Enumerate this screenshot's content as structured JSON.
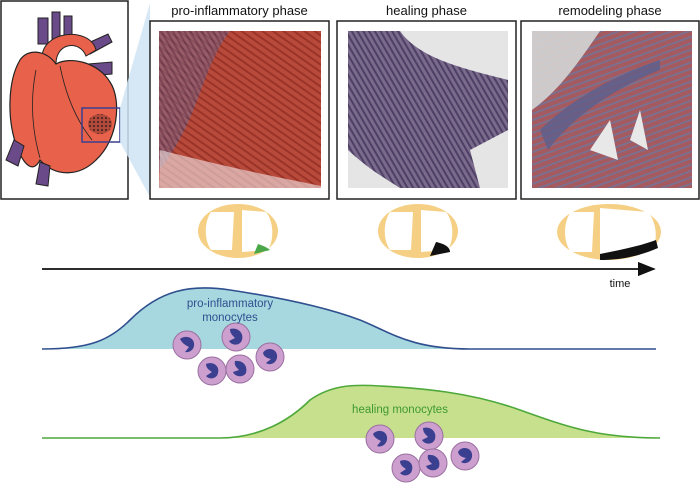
{
  "phases": [
    {
      "title": "pro-inflammatory phase"
    },
    {
      "title": "healing phase"
    },
    {
      "title": "remodeling phase"
    }
  ],
  "timeline": {
    "label": "time"
  },
  "curves": {
    "proinflammatory": {
      "label_line1": "pro-inflammatory",
      "label_line2": "monocytes",
      "color": "#2f4f8f",
      "fill": "#a7d8df"
    },
    "healing": {
      "label": "healing monocytes",
      "color": "#4ea83a",
      "fill": "#c6e08e"
    }
  },
  "colors": {
    "heart": "#e8614a",
    "heart_vessels": "#6b4a8a",
    "tissue_red": "#b0483a",
    "tissue_purple": "#6d5a80",
    "ventricle": "#f5cf84",
    "infarct_early": "#4aa84a",
    "infarct_scar": "#111111",
    "monocyte_body": "#cc9fcf",
    "monocyte_nucleus": "#3a3f8f"
  }
}
